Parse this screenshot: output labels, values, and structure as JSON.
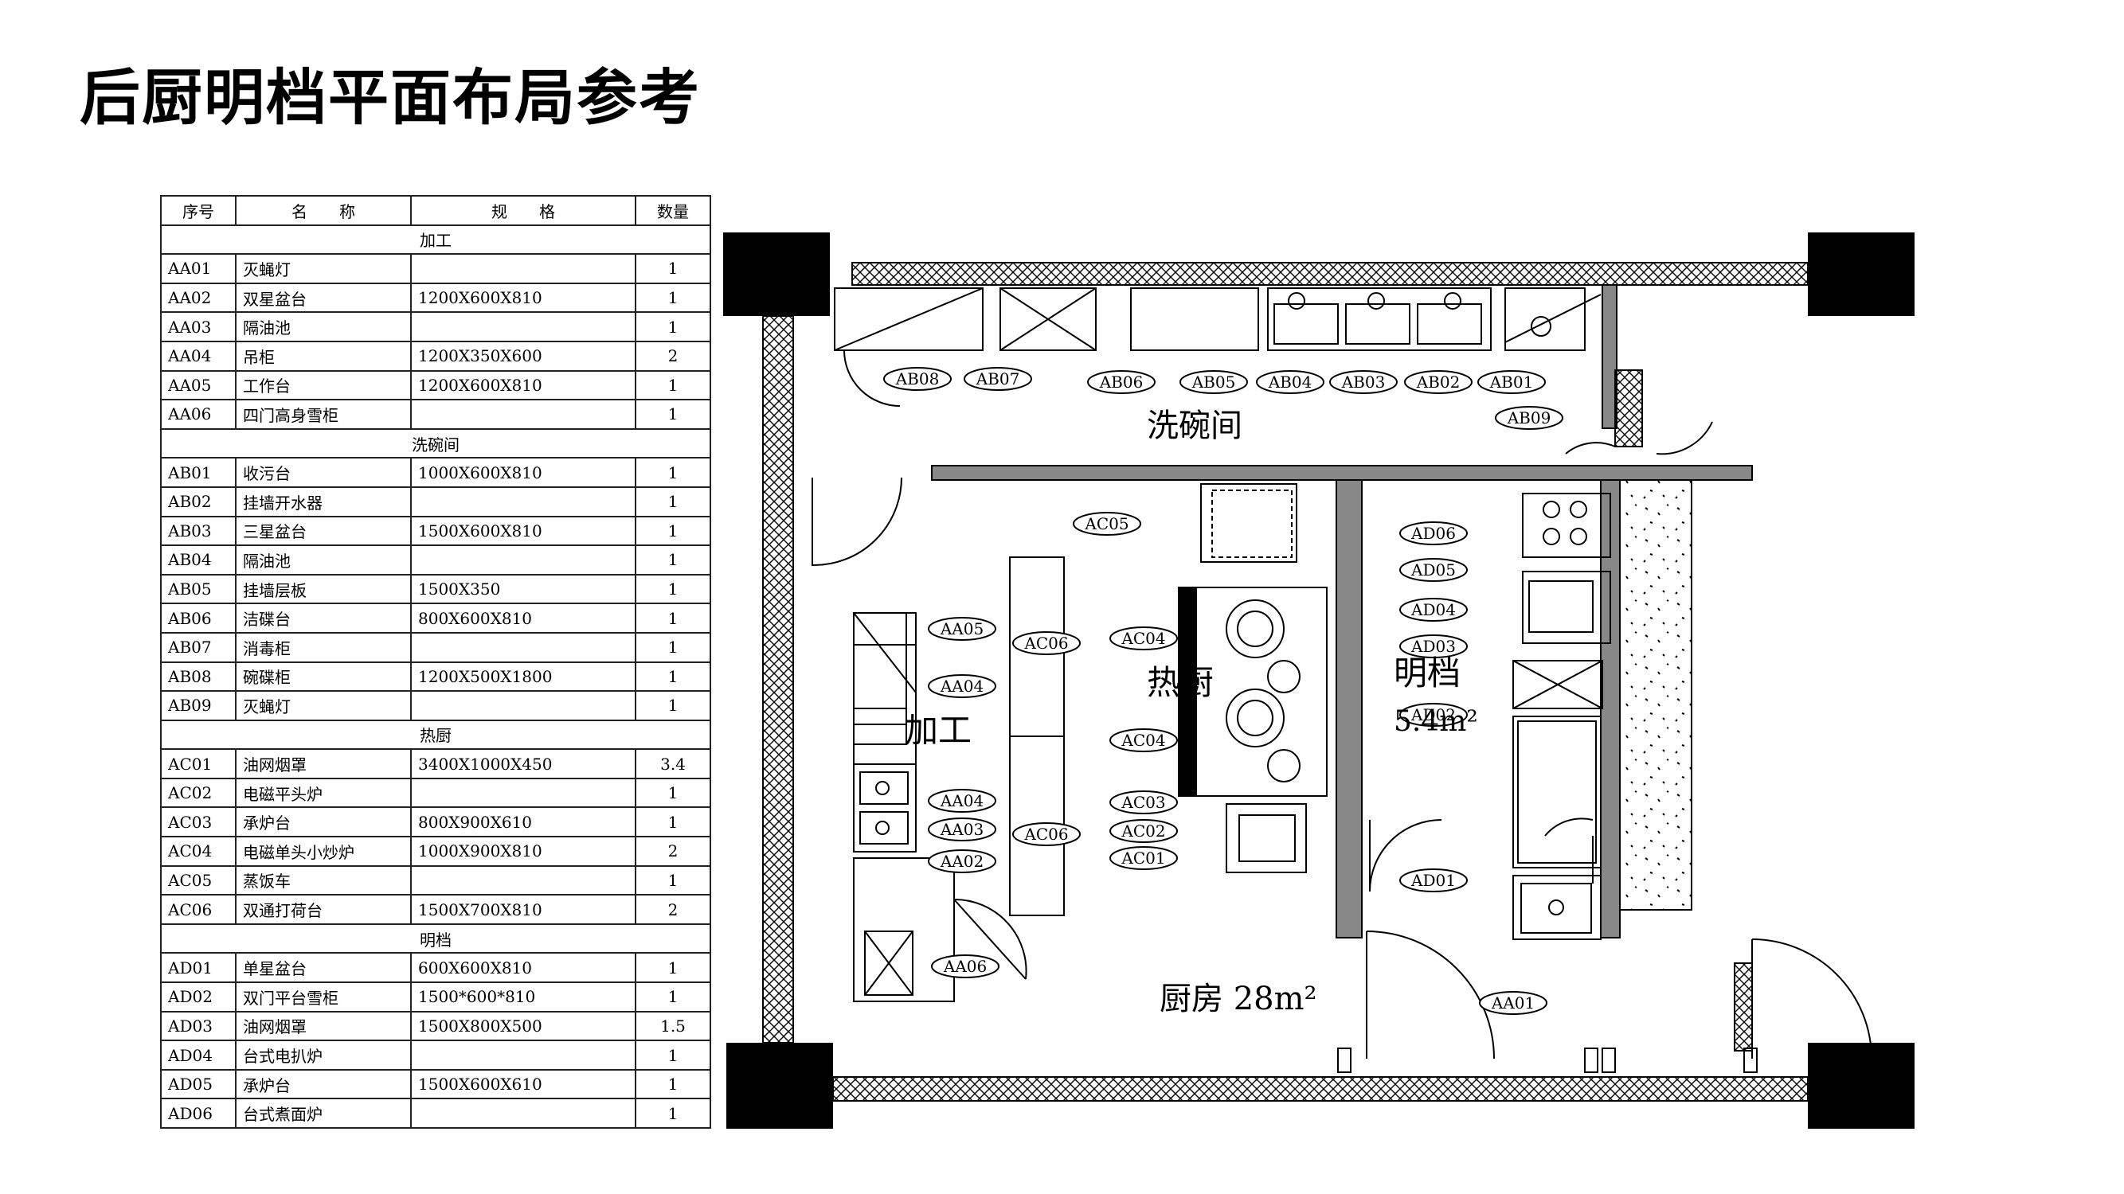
{
  "title": "后厨明档平面布局参考",
  "table": {
    "headers": [
      "序号",
      "名　　称",
      "规　　格",
      "数量"
    ],
    "sections": [
      {
        "name": "加工",
        "rows": [
          [
            "AA01",
            "灭蝇灯",
            "",
            "1"
          ],
          [
            "AA02",
            "双星盆台",
            "1200X600X810",
            "1"
          ],
          [
            "AA03",
            "隔油池",
            "",
            "1"
          ],
          [
            "AA04",
            "吊柜",
            "1200X350X600",
            "2"
          ],
          [
            "AA05",
            "工作台",
            "1200X600X810",
            "1"
          ],
          [
            "AA06",
            "四门高身雪柜",
            "",
            "1"
          ]
        ]
      },
      {
        "name": "洗碗间",
        "rows": [
          [
            "AB01",
            "收污台",
            "1000X600X810",
            "1"
          ],
          [
            "AB02",
            "挂墙开水器",
            "",
            "1"
          ],
          [
            "AB03",
            "三星盆台",
            "1500X600X810",
            "1"
          ],
          [
            "AB04",
            "隔油池",
            "",
            "1"
          ],
          [
            "AB05",
            "挂墙层板",
            "1500X350",
            "1"
          ],
          [
            "AB06",
            "洁碟台",
            "800X600X810",
            "1"
          ],
          [
            "AB07",
            "消毒柜",
            "",
            "1"
          ],
          [
            "AB08",
            "碗碟柜",
            "1200X500X1800",
            "1"
          ],
          [
            "AB09",
            "灭蝇灯",
            "",
            "1"
          ]
        ]
      },
      {
        "name": "热厨",
        "rows": [
          [
            "AC01",
            "油网烟罩",
            "3400X1000X450",
            "3.4"
          ],
          [
            "AC02",
            "电磁平头炉",
            "",
            "1"
          ],
          [
            "AC03",
            "承炉台",
            "800X900X610",
            "1"
          ],
          [
            "AC04",
            "电磁单头小炒炉",
            "1000X900X810",
            "2"
          ],
          [
            "AC05",
            "蒸饭车",
            "",
            "1"
          ],
          [
            "AC06",
            "双通打荷台",
            "1500X700X810",
            "2"
          ]
        ]
      },
      {
        "name": "明档",
        "rows": [
          [
            "AD01",
            "单星盆台",
            "600X600X810",
            "1"
          ],
          [
            "AD02",
            "双门平台雪柜",
            "1500*600*810",
            "1"
          ],
          [
            "AD03",
            "油网烟罩",
            "1500X800X500",
            "1.5"
          ],
          [
            "AD04",
            "台式电扒炉",
            "",
            "1"
          ],
          [
            "AD05",
            "承炉台",
            "1500X600X610",
            "1"
          ],
          [
            "AD06",
            "台式煮面炉",
            "",
            "1"
          ]
        ]
      }
    ]
  },
  "plan": {
    "rooms": {
      "dish": "洗碗间",
      "prep": "加工",
      "hot": "热厨",
      "open": "明档",
      "open_area": "5.4m²",
      "kitchen": "厨房 28m²"
    },
    "tags": {
      "AB08": "AB08",
      "AB07": "AB07",
      "AB06": "AB06",
      "AB05": "AB05",
      "AB04": "AB04",
      "AB03": "AB03",
      "AB02": "AB02",
      "AB01": "AB01",
      "AB09": "AB09",
      "AC05": "AC05",
      "AC06a": "AC06",
      "AC06b": "AC06",
      "AC04a": "AC04",
      "AC04b": "AC04",
      "AC03": "AC03",
      "AC02": "AC02",
      "AC01": "AC01",
      "AA05": "AA05",
      "AA04a": "AA04",
      "AA04b": "AA04",
      "AA03": "AA03",
      "AA02": "AA02",
      "AA06": "AA06",
      "AA01": "AA01",
      "AD06": "AD06",
      "AD05": "AD05",
      "AD04": "AD04",
      "AD03": "AD03",
      "AD02": "AD02",
      "AD01": "AD01"
    }
  }
}
